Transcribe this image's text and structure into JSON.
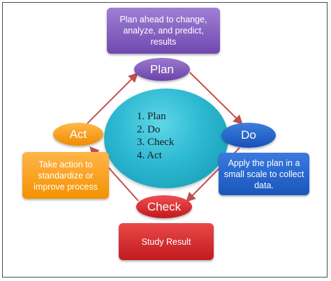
{
  "colors": {
    "plan": "#7a52b8",
    "do": "#1f5fc8",
    "check": "#d22a2e",
    "act": "#f59a12",
    "center": "#2cb9d2",
    "arrow": "#c0504d"
  },
  "center": {
    "items": [
      "1. Plan",
      "2. Do",
      "3. Check",
      "4. Act"
    ]
  },
  "stages": {
    "plan": {
      "label": "Plan",
      "description": "Plan ahead to change, analyze, and predict, results"
    },
    "do": {
      "label": "Do",
      "description": "Apply the plan in a small scale to collect data."
    },
    "check": {
      "label": "Check",
      "description": "Study Result"
    },
    "act": {
      "label": "Act",
      "description": "Take action to standardize or improve process"
    }
  }
}
